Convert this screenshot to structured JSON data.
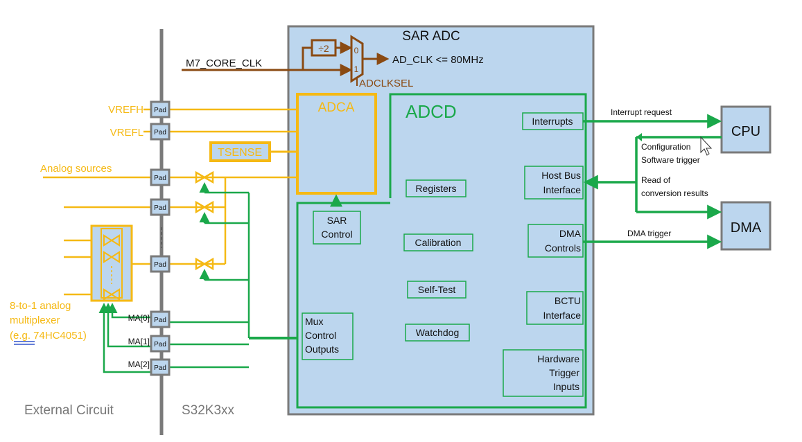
{
  "colors": {
    "orange": "#f5b914",
    "green": "#1aa84a",
    "brown": "#8a4a12",
    "sar_fill": "#bcd6ee",
    "gray": "#7a7a7a"
  },
  "sar": {
    "title": "SAR ADC",
    "clock": {
      "input": "M7_CORE_CLK",
      "divider": "÷2",
      "mux_in0": "0",
      "mux_in1": "1",
      "output": "AD_CLK <= 80MHz",
      "select": "ADCLKSEL"
    },
    "adca": "ADCA",
    "adcd": "ADCD",
    "tsense": "TSENSE"
  },
  "blocks": {
    "sar_control": [
      "SAR",
      "Control"
    ],
    "mux_outputs": [
      "Mux",
      "Control",
      "Outputs"
    ],
    "registers": "Registers",
    "calibration": "Calibration",
    "self_test": "Self-Test",
    "watchdog": "Watchdog",
    "interrupts": "Interrupts",
    "host_bus": [
      "Host Bus",
      "Interface"
    ],
    "dma_controls": [
      "DMA",
      "Controls"
    ],
    "bctu": [
      "BCTU",
      "Interface"
    ],
    "hw_trigger": [
      "Hardware",
      "Trigger",
      "Inputs"
    ]
  },
  "external": {
    "vrefh": "VREFH",
    "vrefl": "VREFL",
    "analog_sources": "Analog sources",
    "mux_label": [
      "8-to-1 analog",
      "multiplexer",
      "(e.g. 74HC4051)"
    ],
    "ma0": "MA[0]",
    "ma1": "MA[1]",
    "ma2": "MA[2]",
    "pad": "Pad",
    "dots": "¦"
  },
  "right": {
    "cpu": "CPU",
    "dma": "DMA",
    "interrupt_request": "Interrupt request",
    "configuration": "Configuration",
    "software_trigger": "Software trigger",
    "read_of": "Read of",
    "conversion_results": "conversion results",
    "dma_trigger": "DMA trigger"
  },
  "footer": {
    "external_circuit": "External Circuit",
    "chip": "S32K3xx"
  }
}
